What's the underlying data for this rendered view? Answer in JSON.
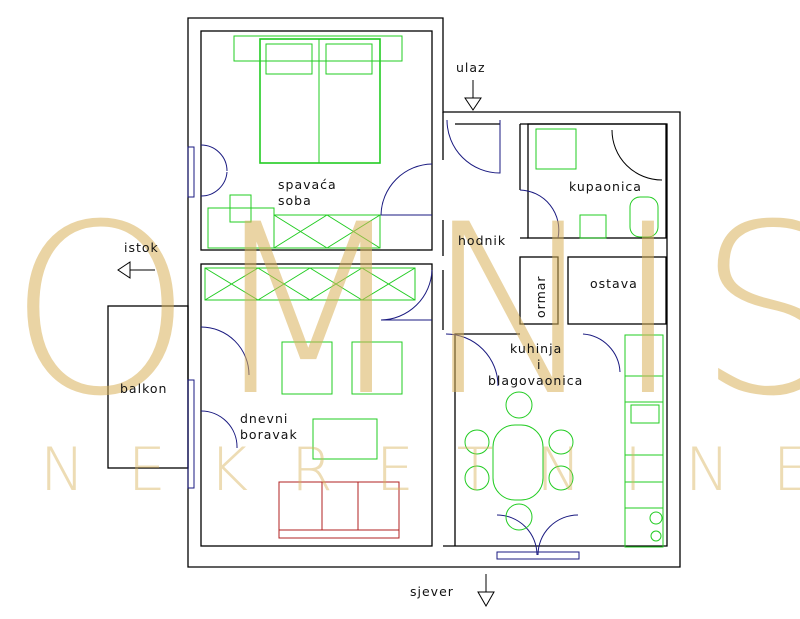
{
  "plan": {
    "rooms": {
      "bedroom": [
        "spavaća",
        "soba"
      ],
      "hallway": "hodnik",
      "bathroom": "kupaonica",
      "wardrobe": "ormar",
      "storage": "ostava",
      "kitchen": [
        "kuhinja",
        "i",
        "blagovaonica"
      ],
      "balcony": "balkon",
      "living": [
        "dnevni",
        "boravak"
      ]
    },
    "directions": {
      "entrance": "ulaz",
      "east": "istok",
      "north": "sjever"
    },
    "watermark": {
      "brand": "OMNIS",
      "subtitle": "NEKRETNINE"
    },
    "colors": {
      "walls": "#000000",
      "doors": "#1a1a80",
      "furniture": "#22cc22",
      "sofa": "#b02020",
      "watermark": "#d9b25a"
    }
  }
}
